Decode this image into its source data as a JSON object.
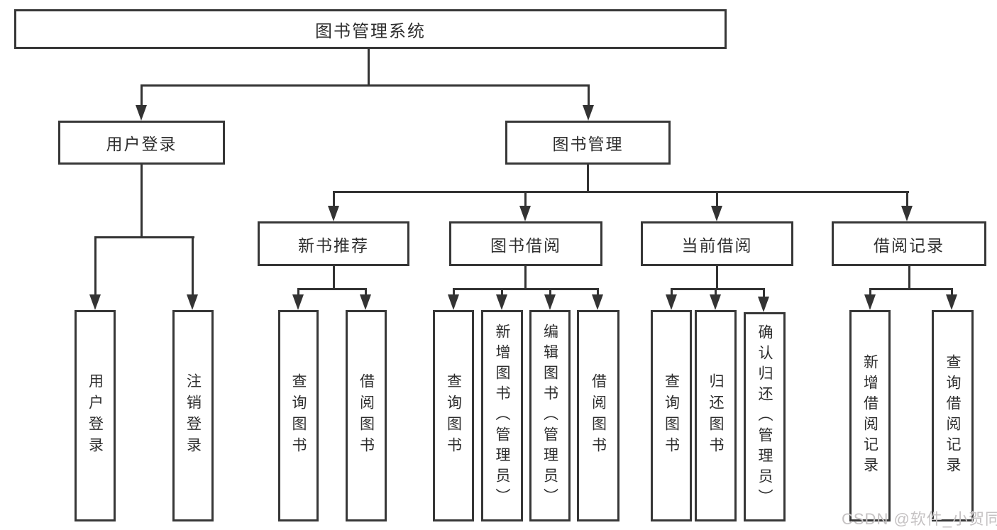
{
  "diagram": {
    "title": "图书管理系统",
    "children": [
      {
        "label": "用户登录",
        "children": [
          {
            "label": "用户登录"
          },
          {
            "label": "注销登录"
          }
        ]
      },
      {
        "label": "图书管理",
        "children": [
          {
            "label": "新书推荐",
            "children": [
              {
                "label": "查询图书"
              },
              {
                "label": "借阅图书"
              }
            ]
          },
          {
            "label": "图书借阅",
            "children": [
              {
                "label": "查询图书"
              },
              {
                "label": "新增图书（管理员）"
              },
              {
                "label": "编辑图书（管理员）"
              },
              {
                "label": "借阅图书"
              }
            ]
          },
          {
            "label": "当前借阅",
            "children": [
              {
                "label": "查询图书"
              },
              {
                "label": "归还图书"
              },
              {
                "label": "确认归还（管理员）"
              }
            ]
          },
          {
            "label": "借阅记录",
            "children": [
              {
                "label": "新增借阅记录"
              },
              {
                "label": "查询借阅记录"
              }
            ]
          }
        ]
      }
    ]
  },
  "watermark": {
    "text": "CSDN @软件_小贺同学"
  },
  "colors": {
    "line": "#333333",
    "box_border": "#373737",
    "text": "#2e2e2e",
    "background": "#ffffff",
    "watermark": "#c5c2c3"
  }
}
